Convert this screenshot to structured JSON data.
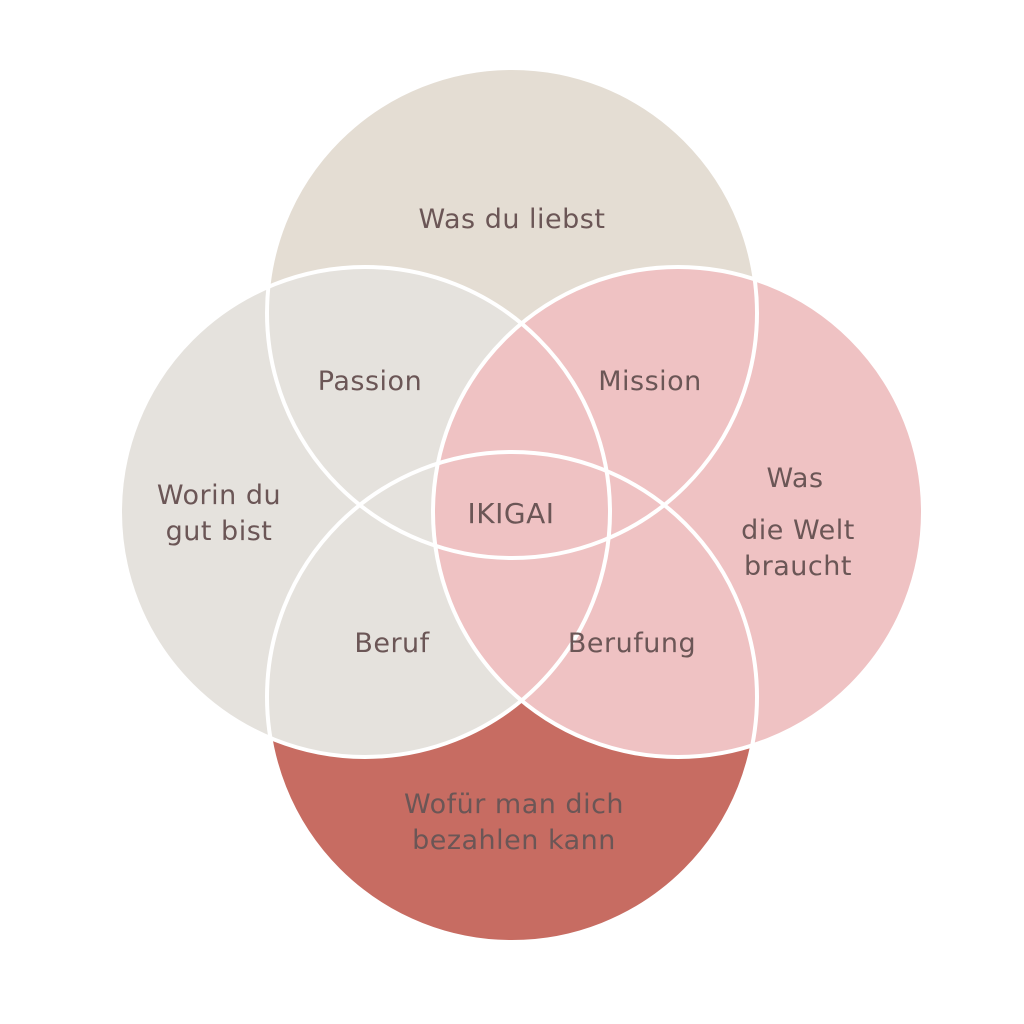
{
  "diagram": {
    "circles": {
      "top": {
        "label": "Was du liebst",
        "color": "#e4ddd3"
      },
      "left": {
        "label_lines": [
          "Worin du",
          "gut bist"
        ],
        "color": "#e5e2dd"
      },
      "right": {
        "label_lines": [
          "Was",
          "die Welt",
          "braucht"
        ],
        "color": "#efc2c3"
      },
      "bottom": {
        "label_lines": [
          "Wofür man dich",
          "bezahlen kann"
        ],
        "color": "#c76c62"
      }
    },
    "overlaps": {
      "top_left": {
        "label": "Passion",
        "color": "#e5e2dd"
      },
      "top_right": {
        "label": "Mission",
        "color": "#efc2c3"
      },
      "bottom_left": {
        "label": "Beruf",
        "color": "#e5e2dd"
      },
      "bottom_right": {
        "label": "Berufung",
        "color": "#efc2c3"
      },
      "center": {
        "label": "IKIGAI",
        "color": "#efc2c3"
      }
    },
    "stroke_color": "#ffffff",
    "text_color": "#6b5656"
  }
}
